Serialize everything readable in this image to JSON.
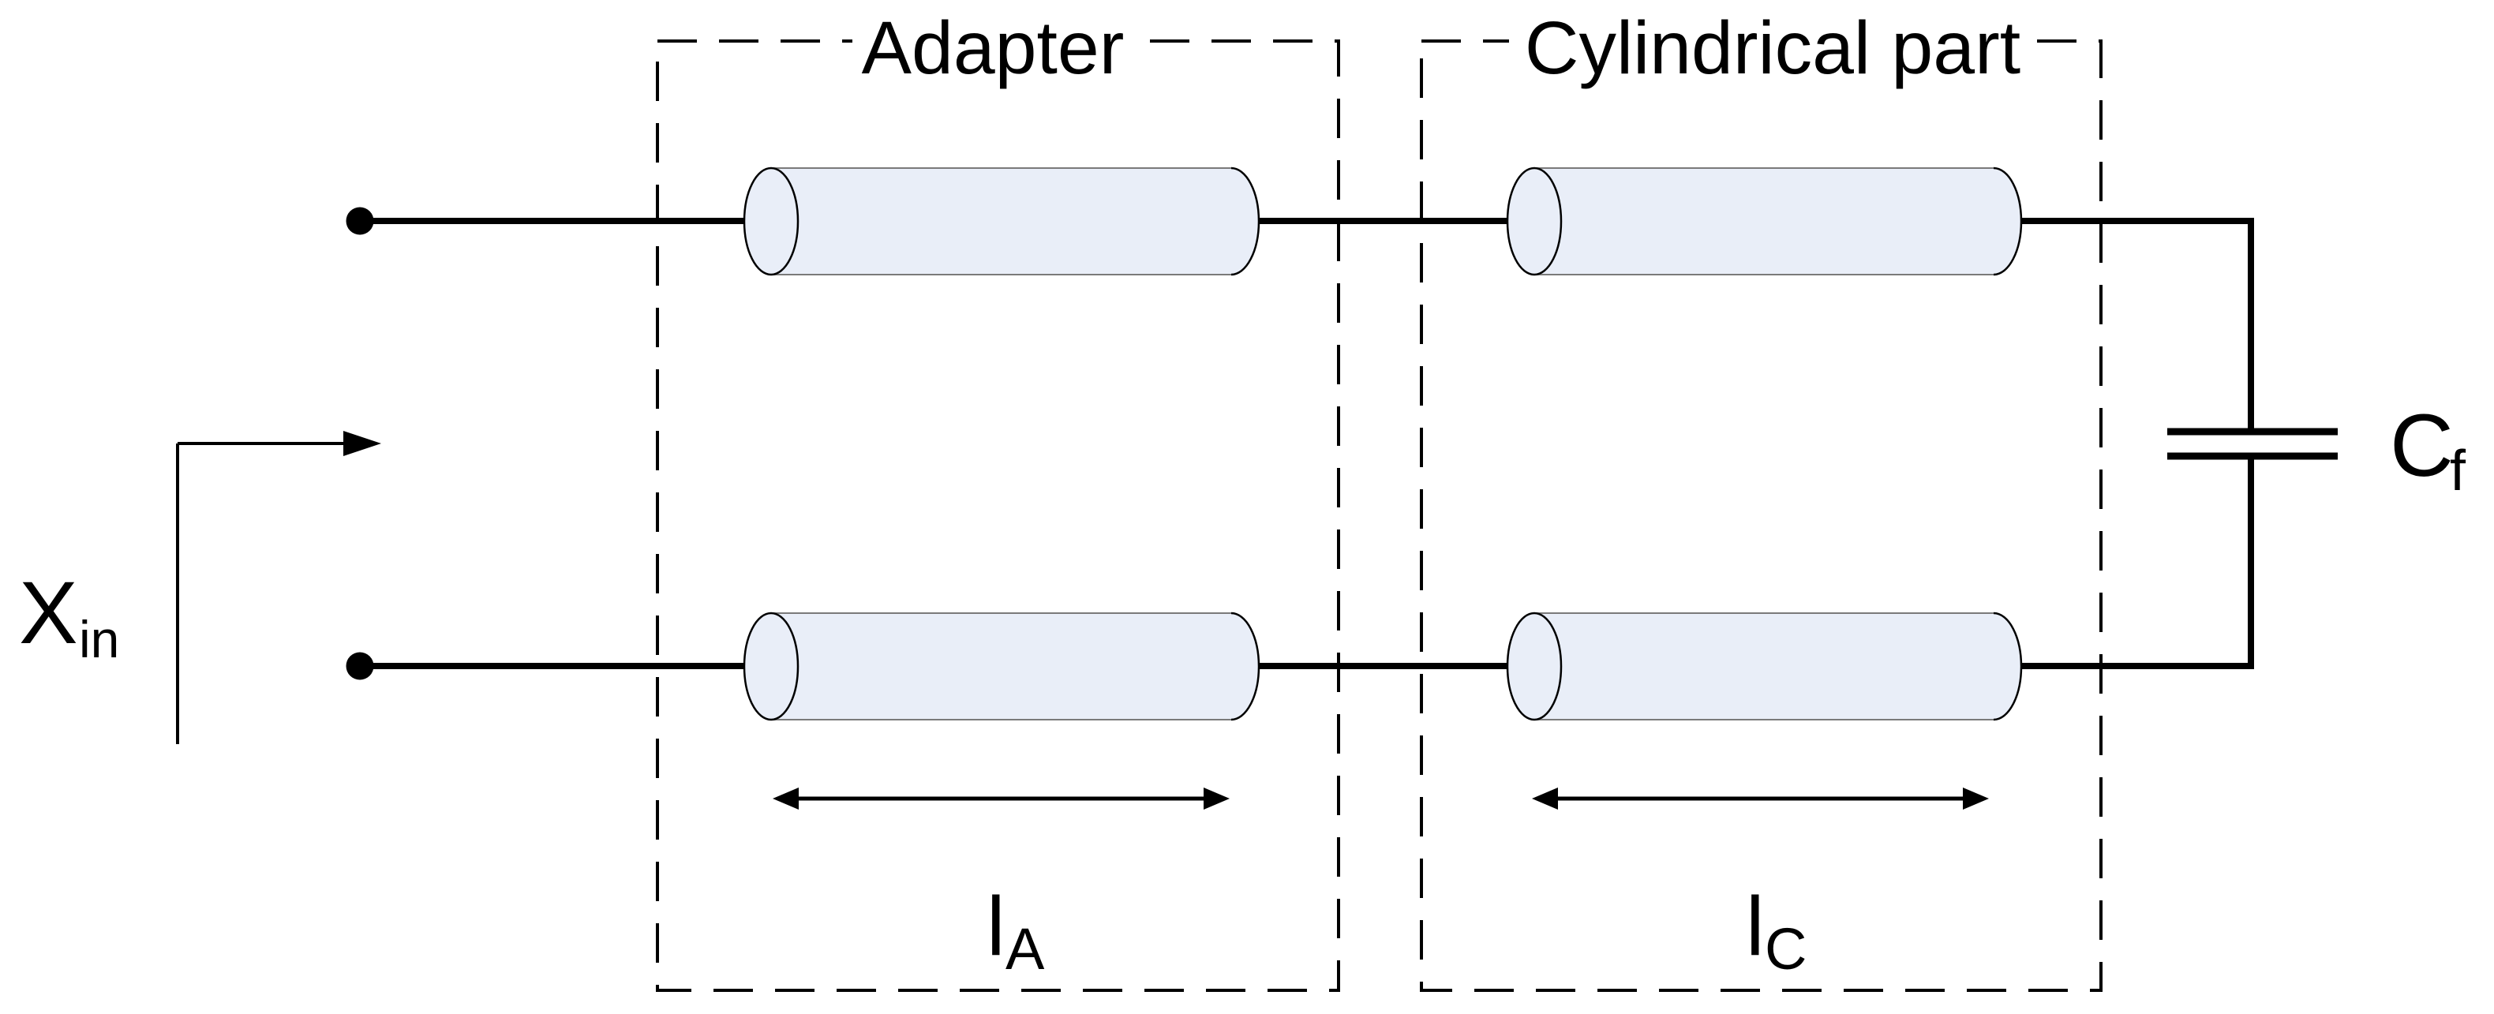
{
  "diagram": {
    "boxes": [
      {
        "id": "adapter",
        "label": "Adapter"
      },
      {
        "id": "cylindrical",
        "label": "Cylindrical part"
      }
    ],
    "annotations": {
      "input_reactance": {
        "base": "X",
        "sub": "in"
      },
      "feed_capacitor": {
        "base": "C",
        "sub": "f"
      },
      "adapter_length": {
        "base": "l",
        "sub": "A"
      },
      "cylindrical_length": {
        "base": "l",
        "sub": "C"
      }
    },
    "colors": {
      "cylinder_fill": "#e9eef8",
      "cylinder_shade_edge": "#7a7a7a",
      "stroke": "#000000",
      "background": "#ffffff"
    }
  }
}
